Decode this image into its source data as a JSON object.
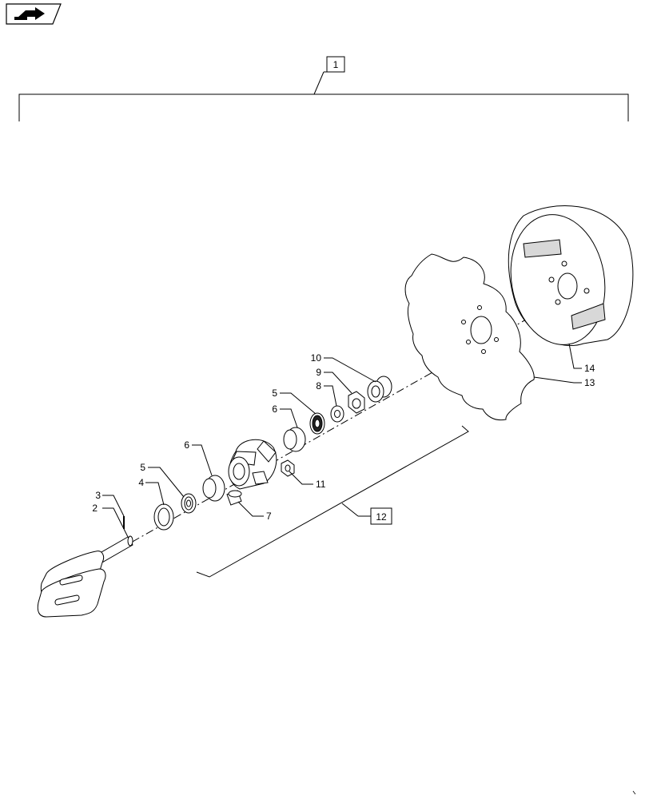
{
  "nav": {
    "icon": "back-arrow-icon"
  },
  "callouts": {
    "c1": "1",
    "c2": "2",
    "c3": "3",
    "c4": "4",
    "c5a": "5",
    "c5b": "5",
    "c6a": "6",
    "c6b": "6",
    "c7": "7",
    "c8": "8",
    "c9": "9",
    "c10": "10",
    "c11": "11",
    "c12": "12",
    "c13": "13",
    "c14": "14"
  }
}
